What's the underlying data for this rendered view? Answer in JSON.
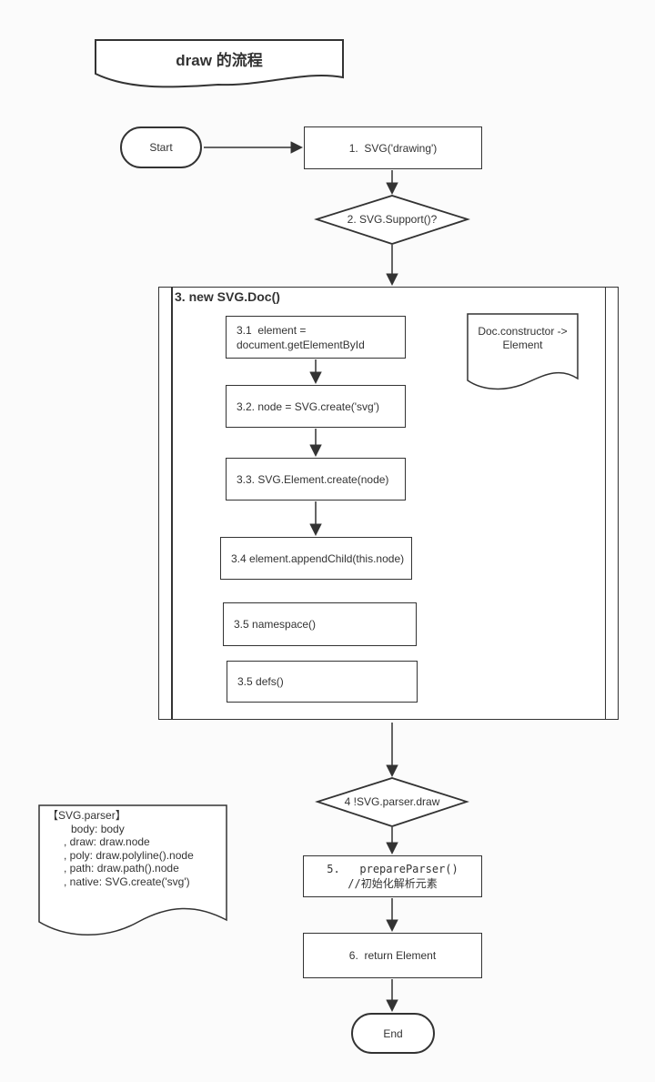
{
  "colors": {
    "stroke": "#333333",
    "text": "#333333",
    "background": "#fbfbfb",
    "node_fill": "#ffffff"
  },
  "title": {
    "label": "draw 的流程"
  },
  "nodes": {
    "start": {
      "label": "Start"
    },
    "step1": {
      "label": "1.  SVG('drawing')"
    },
    "decision2": {
      "label": "2. SVG.Support()?"
    },
    "container3": {
      "title": "3. new SVG.Doc()"
    },
    "step3_1": {
      "line1": "3.1  element =",
      "line2": "document.getElementById"
    },
    "step3_2": {
      "label": "3.2. node = SVG.create('svg')"
    },
    "step3_3": {
      "label": "3.3. SVG.Element.create(node)"
    },
    "step3_4": {
      "label": "3.4 element.appendChild(this.node)"
    },
    "step3_5a": {
      "label": "3.5 namespace()"
    },
    "step3_5b": {
      "label": "3.5 defs()"
    },
    "doc_note": {
      "line1": "Doc.constructor ->",
      "line2": "Element"
    },
    "decision4": {
      "label": "4 !SVG.parser.draw"
    },
    "step5": {
      "line1": "5.   prepareParser()",
      "line2": "//初始化解析元素"
    },
    "step6": {
      "label": "6.  return Element"
    },
    "end": {
      "label": "End"
    },
    "parser_note": {
      "title": "【SVG.parser】",
      "lines": [
        "body: body",
        ", draw: draw.node",
        ", poly: draw.polyline().node",
        ", path: draw.path().node",
        ", native: SVG.create('svg')"
      ]
    }
  }
}
